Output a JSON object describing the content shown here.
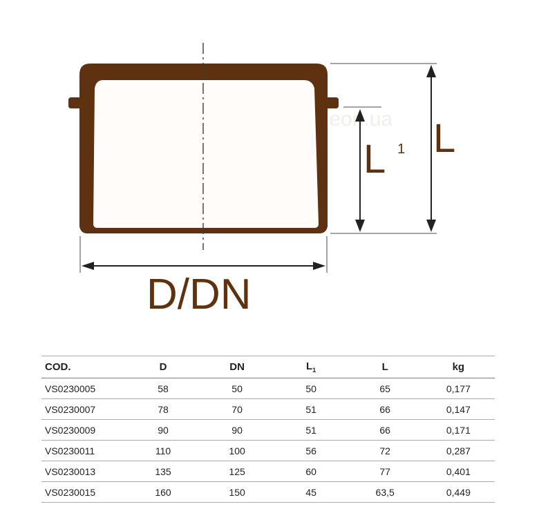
{
  "diagram": {
    "dimension_label_diameter": "D/DN",
    "dimension_label_total_length": "L",
    "dimension_label_socket_length": "L",
    "dimension_label_socket_length_sub": "1",
    "watermark": "www.leon.ua",
    "colors": {
      "part": "#5e3210",
      "line": "#3a3a3a",
      "label": "#5e3210"
    }
  },
  "table": {
    "headers": [
      {
        "text": "COD.",
        "sub": ""
      },
      {
        "text": "D",
        "sub": ""
      },
      {
        "text": "DN",
        "sub": ""
      },
      {
        "text": "L",
        "sub": "1"
      },
      {
        "text": "L",
        "sub": ""
      },
      {
        "text": "kg",
        "sub": ""
      }
    ],
    "rows": [
      [
        "VS0230005",
        "58",
        "50",
        "50",
        "65",
        "0,177"
      ],
      [
        "VS0230007",
        "78",
        "70",
        "51",
        "66",
        "0,147"
      ],
      [
        "VS0230009",
        "90",
        "90",
        "51",
        "66",
        "0,171"
      ],
      [
        "VS0230011",
        "110",
        "100",
        "56",
        "72",
        "0,287"
      ],
      [
        "VS0230013",
        "135",
        "125",
        "60",
        "77",
        "0,401"
      ],
      [
        "VS0230015",
        "160",
        "150",
        "45",
        "63,5",
        "0,449"
      ]
    ]
  }
}
